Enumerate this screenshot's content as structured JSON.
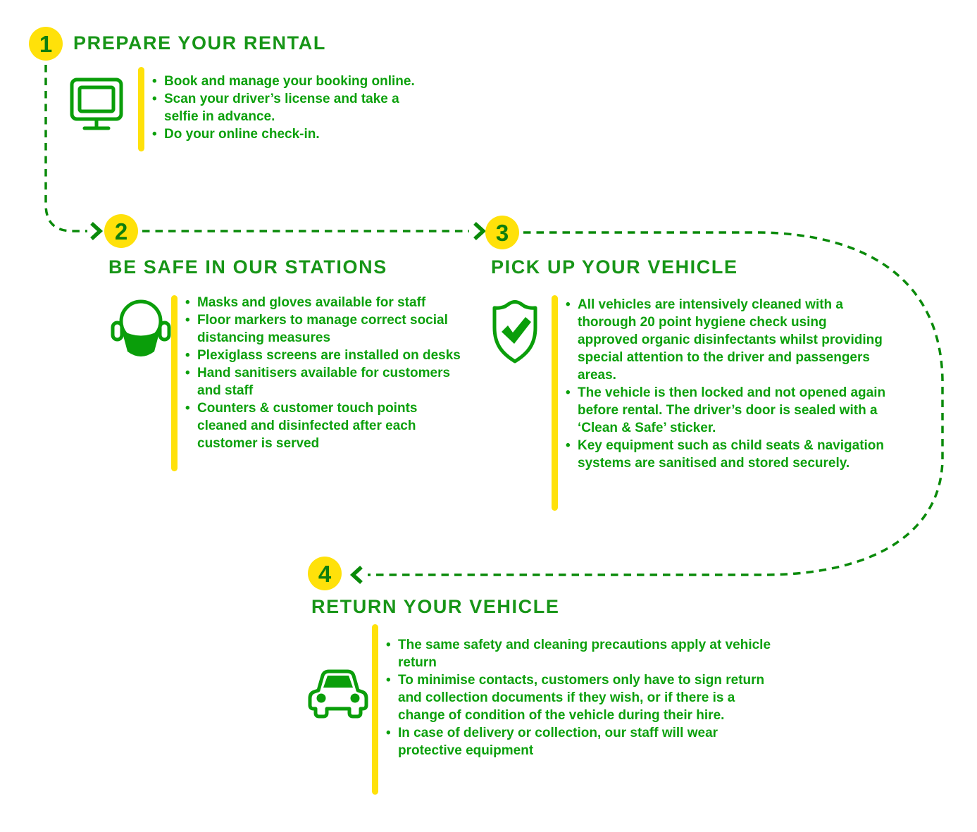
{
  "infographic": {
    "type": "rental-process-flow",
    "colors": {
      "accent_yellow": "#FFE10A",
      "heading_green": "#179517",
      "body_green": "#0CA00C",
      "icon_green": "#0A9E0A",
      "number_green": "#0E7E0E",
      "connector_green": "#0A8A0A",
      "background": "#FFFFFF"
    },
    "steps": [
      {
        "number": "1",
        "title": "PREPARE YOUR RENTAL",
        "icon": "computer-monitor",
        "bullets": [
          "Book and manage your booking online.",
          "Scan your driver’s license and take a selfie in advance.",
          "Do your online check-in."
        ]
      },
      {
        "number": "2",
        "title": "BE SAFE IN OUR STATIONS",
        "icon": "face-mask",
        "bullets": [
          "Masks and gloves available for staff",
          "Floor markers to manage correct social distancing measures",
          "Plexiglass screens are installed on desks",
          "Hand sanitisers available for customers and staff",
          "Counters & customer touch points cleaned and disinfected after each customer is served"
        ]
      },
      {
        "number": "3",
        "title": "PICK UP YOUR VEHICLE",
        "icon": "shield-check",
        "bullets": [
          "All vehicles are intensively cleaned with a thorough 20 point hygiene check using approved organic disinfectants whilst providing special attention to the driver and passengers areas.",
          "The vehicle is then locked and not opened again before rental. The driver’s door is sealed with a ‘Clean & Safe’ sticker.",
          "Key equipment such as child seats & navigation systems are sanitised and stored securely."
        ]
      },
      {
        "number": "4",
        "title": "RETURN YOUR VEHICLE",
        "icon": "car-front",
        "bullets": [
          "The same safety and cleaning precautions apply at vehicle return",
          "To minimise contacts, customers only have to sign return and collection documents if they wish, or if there is a change of condition of the vehicle during their hire.",
          "In case of delivery or collection, our staff will wear protective equipment"
        ]
      }
    ]
  }
}
